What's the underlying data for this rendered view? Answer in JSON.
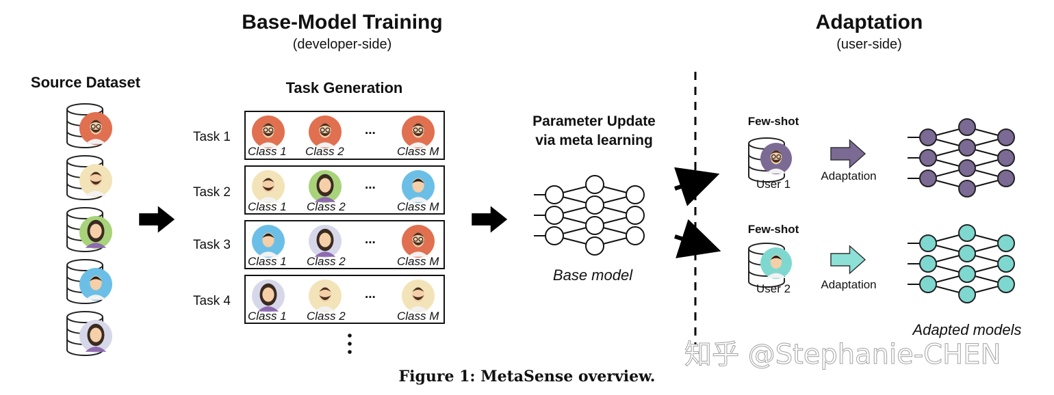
{
  "headings": {
    "base_title": "Base-Model Training",
    "base_sub": "(developer-side)",
    "adapt_title": "Adaptation",
    "adapt_sub": "(user-side)",
    "source": "Source Dataset",
    "task_gen": "Task Generation",
    "param_line1": "Parameter Update",
    "param_line2": "via meta learning"
  },
  "tasks": [
    {
      "label": "Task 1",
      "classes": [
        "Class 1",
        "Class 2",
        "Class M"
      ]
    },
    {
      "label": "Task 2",
      "classes": [
        "Class 1",
        "Class 2",
        "Class M"
      ]
    },
    {
      "label": "Task 3",
      "classes": [
        "Class 1",
        "Class 2",
        "Class M"
      ]
    },
    {
      "label": "Task 4",
      "classes": [
        "Class 1",
        "Class 2",
        "Class M"
      ]
    }
  ],
  "ellipsis": "...",
  "base_model_label": "Base model",
  "users": [
    {
      "fewshot": "Few-shot",
      "name": "User 1",
      "adaptation": "Adaptation"
    },
    {
      "fewshot": "Few-shot",
      "name": "User 2",
      "adaptation": "Adaptation"
    }
  ],
  "adapted_models_label": "Adapted models",
  "caption": "Figure 1: MetaSense overview.",
  "watermark": "知乎 @Stephanie-CHEN",
  "colors": {
    "avatar_orange": "#e07050",
    "avatar_cream": "#f3e3b8",
    "avatar_green": "#a8d37a",
    "avatar_blue": "#6bbfe6",
    "avatar_lavender": "#d6d8ea",
    "user1_net": "#7b6a94",
    "user2_net": "#7fd8cf",
    "arrow_user1": "#7b6a94",
    "arrow_user2": "#8de0d6"
  }
}
